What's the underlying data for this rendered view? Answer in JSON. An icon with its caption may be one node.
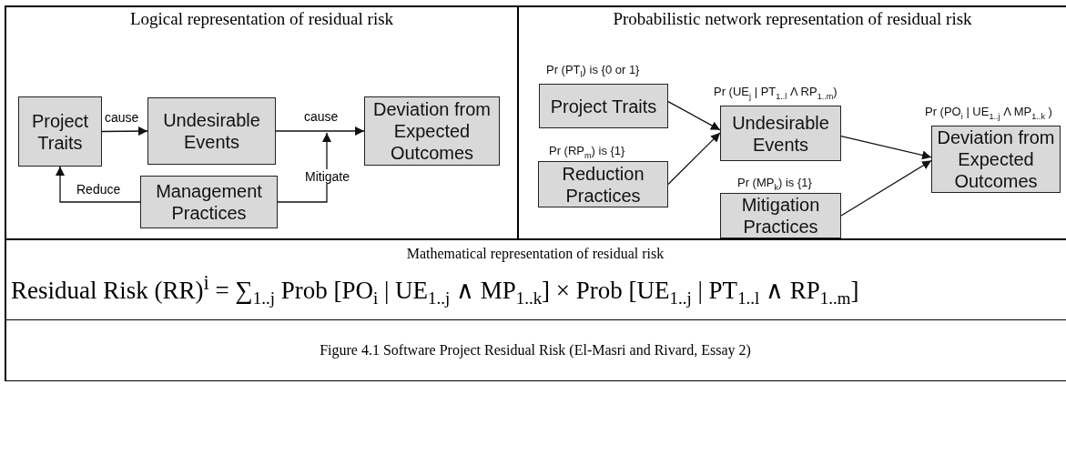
{
  "diagram": {
    "caption": "Figure 4.1 Software Project Residual Risk (El-Masri and Rivard, Essay 2)",
    "nodes": [
      {
        "text": [
          "Project Traits"
        ]
      },
      {
        "text": [
          "Undesirable Events"
        ]
      },
      {
        "text": [
          "Deviation from Expected Outcomes"
        ]
      },
      {
        "text": [
          "Management Practices"
        ]
      },
      {
        "text": [
          "Project Traits"
        ],
        "beside": [
          "Pr (PT$_{l}$) is {0 or 1}"
        ]
      },
      {
        "text": [
          "Reduction Practices"
        ],
        "beside": [
          "Pr (RP$_{m}$) is {1}"
        ]
      },
      {
        "text": [
          "Undesirable Events"
        ],
        "beside": [
          "Pr (UE$_{j}$ | PT$_{1..l}$ Λ RP$_{1..m}$)"
        ]
      },
      {
        "text": [
          "Mitigation Practices"
        ],
        "beside": [
          "Pr (MP$_{k}$) is {1}"
        ]
      },
      {
        "text": [
          "Deviation from Expected Outcomes"
        ],
        "beside": [
          "Pr (PO$_{i}$ | UE$_{1..j}$ Λ MP$_{1..k}$ )"
        ]
      }
    ],
    "edges": [
      {
        "from": 0,
        "to": 1,
        "arrow": "to",
        "label": "cause"
      },
      {
        "from": 1,
        "to": 2,
        "arrow": "to",
        "label": "cause"
      },
      {
        "from": 3,
        "to": 0,
        "arrow": "to",
        "label": "Reduce"
      },
      {
        "from": 3,
        "to": null,
        "arrow": "to",
        "label": "Mitigate"
      },
      {
        "from": 4,
        "to": 6,
        "arrow": "to"
      },
      {
        "from": 5,
        "to": 6,
        "arrow": "to"
      },
      {
        "from": 6,
        "to": 8,
        "arrow": "to"
      },
      {
        "from": 7,
        "to": 8,
        "arrow": "to"
      }
    ],
    "labels": [
      "Logical representation of residual risk",
      "Probabilistic network representation of residual risk",
      "Mathematical representation of residual risk",
      "Residual Risk (RR)$^{i}$ = ∑$_{1..j}$ Prob [PO$_{i}$ | UE$_{1..j}$ ∧ MP$_{1..k}$] × Prob [UE$_{1..j}$ | PT$_{1..l}$ ∧ RP$_{1..m}$]"
    ]
  }
}
